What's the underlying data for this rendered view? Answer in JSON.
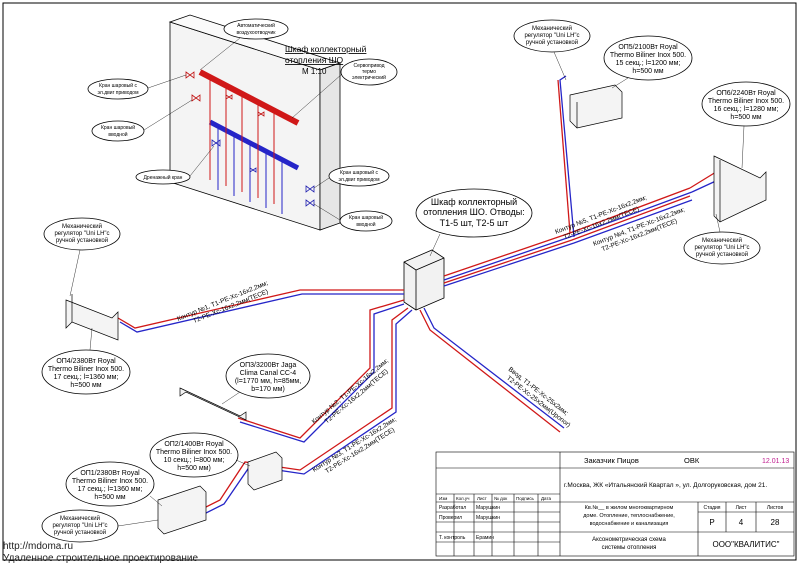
{
  "cabinet_large": {
    "title_line1": "Шкаф коллекторный",
    "title_line2": "отопления ШО",
    "scale": "М 1:10",
    "callouts": {
      "auto_vent_1": "Автоматический",
      "auto_vent_2": "воздухоотводчик",
      "servo_1": "Сервопривод",
      "servo_2": "термо",
      "servo_3": "электрический",
      "ball_valve_drive_1": "Кран шаровый с",
      "ball_valve_drive_2": "эл.двиг приводом",
      "ball_valve_in_1": "Кран шаровый",
      "ball_valve_in_2": "вводной",
      "drain_valve": "Дренажный кран",
      "ball_valve_drive_r1": "Кран шаровый с",
      "ball_valve_drive_r2": "эл.двиг приводом",
      "ball_valve_in_r1": "Кран шаровый",
      "ball_valve_in_r2": "вводной"
    }
  },
  "cabinet_small": {
    "line1": "Шкаф коллекторный",
    "line2": "отопления ШО.  Отводы:",
    "line3": "Т1-5 шт, Т2-5 шт"
  },
  "regulator": {
    "line1": "Механический",
    "line2": "регулятор \"Uni LH\"c",
    "line3": "ручной установкой"
  },
  "radiators": {
    "op5": [
      "ОП5/2100Вт Royal",
      "Thermo Biliner Inox 500.",
      "15 секц.; l=1200 мм;",
      "h=500 мм"
    ],
    "op6": [
      "ОП6/2240Вт Royal",
      "Thermo Biliner Inox 500.",
      "16 секц.; l=1280 мм;",
      "h=500 мм"
    ],
    "op4": [
      "ОП4/2380Вт Royal",
      "Thermo Biliner Inox 500.",
      "17 секц.; l=1360 мм;",
      "h=500 мм"
    ],
    "op3": [
      "ОП3/3200Вт Jaga",
      "Clima Canal  CC-4",
      "(l=1770 мм, h=85мм,",
      "b=170 мм)"
    ],
    "op2": [
      "ОП2/1400Вт Royal",
      "Thermo Biliner Inox 500.",
      "10 секц.; l=800 мм;",
      "h=500 мм)"
    ],
    "op1": [
      "ОП1/2380Вт Royal",
      "Thermo Biliner Inox 500.",
      "17 секц.; l=1360 мм;",
      "h=500 мм"
    ]
  },
  "circuits": {
    "c1a": "Контур №1,  Т1-PE-Xc-16x2,2мм;",
    "c1b": "Т2-PE-Xc-16x2,2мм(ТЕСЕ)",
    "c2a": "Контур №2,  Т1-PE-Xc-16x2,2мм;",
    "c2b": "Т2-PE-Xc-16x2,2мм(ТЕСЕ)",
    "c3a": "Контур №3,  Т1-PE-Xc-16x2,2мм;",
    "c3b": "Т2-PE-Xc-16x2,2мм(ТЕСЕ)",
    "c4a": "Контур №4,  Т1-PE-Xc-16x2,2мм;",
    "c4b": "Т2-PE-Xc-16x2,2мм(ТЕСЕ)",
    "c5a": "Контур №5,  Т1-PE-Xc-16x2,2мм;",
    "c5b": "Т2-PE-Xc-16x2,2мм(ТЕСЕ)",
    "inputa": "Ввод,  Т1-PE-Xc-25x2мм;",
    "inputb": "Т2-PE-Xc-25x2мм(Uponor)"
  },
  "title_block": {
    "customer": "Заказчик Пицов",
    "section": "ОВК",
    "date": "12.01.13",
    "address": "г.Москва,  ЖК «Итальянский Квартал », ул. Долгоруковская,  дом 21.",
    "cols": [
      "Изм",
      "Кол.уч",
      "Лист",
      "№ док",
      "Подпись",
      "Дата"
    ],
    "roles": [
      "Разработал",
      "Проверил",
      "",
      "Т. контроль"
    ],
    "names": [
      "Марушкин",
      "Марушкин",
      "",
      "Ерамин"
    ],
    "object_1": "Кв.№__ в жилом многоквартирном",
    "object_2": "доме. Отопление, теплоснабжение,",
    "object_3": "водоснабжение и канализация",
    "stage_h": "Стадия",
    "sheet_h": "Лист",
    "sheets_h": "Листов",
    "stage": "Р",
    "sheet": "4",
    "sheets": "28",
    "drawing_1": "Аксонометрическая схема",
    "drawing_2": "системы отопления",
    "company": "ООО\"КВАЛИТИС\""
  },
  "footer": {
    "url": "http://mdoma.ru",
    "tagline": "Удаленное строительное проектирование"
  }
}
